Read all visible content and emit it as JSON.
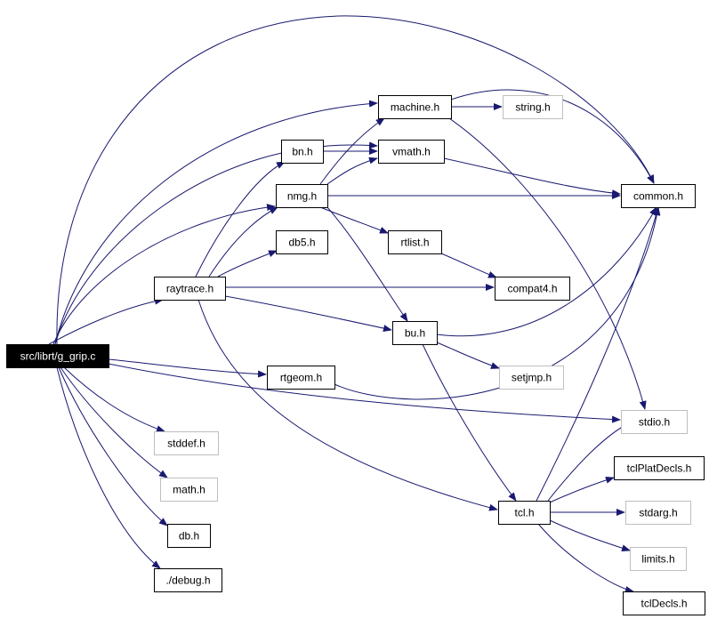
{
  "diagram": {
    "colors": {
      "edge": "#191970",
      "root_fill": "#000000",
      "root_text": "#ffffff",
      "local_border": "#000000",
      "system_border": "#bfbfbf",
      "text": "#000000",
      "background": "#ffffff"
    },
    "nodes": [
      {
        "id": "g_grip",
        "label": "src/librt/g_grip.c",
        "kind": "root"
      },
      {
        "id": "raytrace",
        "label": "raytrace.h",
        "kind": "local"
      },
      {
        "id": "machine",
        "label": "machine.h",
        "kind": "local"
      },
      {
        "id": "string",
        "label": "string.h",
        "kind": "system"
      },
      {
        "id": "bn",
        "label": "bn.h",
        "kind": "local"
      },
      {
        "id": "vmath",
        "label": "vmath.h",
        "kind": "local"
      },
      {
        "id": "nmg",
        "label": "nmg.h",
        "kind": "local"
      },
      {
        "id": "common",
        "label": "common.h",
        "kind": "local"
      },
      {
        "id": "db5",
        "label": "db5.h",
        "kind": "local"
      },
      {
        "id": "rtlist",
        "label": "rtlist.h",
        "kind": "local"
      },
      {
        "id": "compat4",
        "label": "compat4.h",
        "kind": "local"
      },
      {
        "id": "bu",
        "label": "bu.h",
        "kind": "local"
      },
      {
        "id": "setjmp",
        "label": "setjmp.h",
        "kind": "system"
      },
      {
        "id": "rtgeom",
        "label": "rtgeom.h",
        "kind": "local"
      },
      {
        "id": "stdio",
        "label": "stdio.h",
        "kind": "system"
      },
      {
        "id": "stddef",
        "label": "stddef.h",
        "kind": "system"
      },
      {
        "id": "tclPlatDecls",
        "label": "tclPlatDecls.h",
        "kind": "local"
      },
      {
        "id": "math",
        "label": "math.h",
        "kind": "system"
      },
      {
        "id": "tcl",
        "label": "tcl.h",
        "kind": "local"
      },
      {
        "id": "stdarg",
        "label": "stdarg.h",
        "kind": "system"
      },
      {
        "id": "db",
        "label": "db.h",
        "kind": "local"
      },
      {
        "id": "limits",
        "label": "limits.h",
        "kind": "system"
      },
      {
        "id": "debug",
        "label": "./debug.h",
        "kind": "local"
      },
      {
        "id": "tclDecls",
        "label": "tclDecls.h",
        "kind": "local"
      }
    ],
    "edges": [
      {
        "from": "g_grip",
        "to": "raytrace"
      },
      {
        "from": "g_grip",
        "to": "machine"
      },
      {
        "from": "g_grip",
        "to": "vmath"
      },
      {
        "from": "g_grip",
        "to": "nmg"
      },
      {
        "from": "g_grip",
        "to": "common"
      },
      {
        "from": "g_grip",
        "to": "rtgeom"
      },
      {
        "from": "g_grip",
        "to": "stdio"
      },
      {
        "from": "g_grip",
        "to": "stddef"
      },
      {
        "from": "g_grip",
        "to": "math"
      },
      {
        "from": "g_grip",
        "to": "db"
      },
      {
        "from": "g_grip",
        "to": "debug"
      },
      {
        "from": "raytrace",
        "to": "bn"
      },
      {
        "from": "raytrace",
        "to": "nmg"
      },
      {
        "from": "raytrace",
        "to": "db5"
      },
      {
        "from": "raytrace",
        "to": "compat4"
      },
      {
        "from": "raytrace",
        "to": "bu"
      },
      {
        "from": "raytrace",
        "to": "tcl"
      },
      {
        "from": "machine",
        "to": "string"
      },
      {
        "from": "machine",
        "to": "common"
      },
      {
        "from": "machine",
        "to": "stdio"
      },
      {
        "from": "bn",
        "to": "vmath"
      },
      {
        "from": "vmath",
        "to": "common"
      },
      {
        "from": "nmg",
        "to": "machine"
      },
      {
        "from": "nmg",
        "to": "vmath"
      },
      {
        "from": "nmg",
        "to": "common"
      },
      {
        "from": "nmg",
        "to": "rtlist"
      },
      {
        "from": "nmg",
        "to": "bu"
      },
      {
        "from": "rtlist",
        "to": "compat4"
      },
      {
        "from": "bu",
        "to": "common"
      },
      {
        "from": "bu",
        "to": "setjmp"
      },
      {
        "from": "bu",
        "to": "tcl"
      },
      {
        "from": "rtgeom",
        "to": "common"
      },
      {
        "from": "tcl",
        "to": "common"
      },
      {
        "from": "tcl",
        "to": "stdio"
      },
      {
        "from": "tcl",
        "to": "tclPlatDecls"
      },
      {
        "from": "tcl",
        "to": "stdarg"
      },
      {
        "from": "tcl",
        "to": "limits"
      },
      {
        "from": "tcl",
        "to": "tclDecls"
      }
    ]
  }
}
